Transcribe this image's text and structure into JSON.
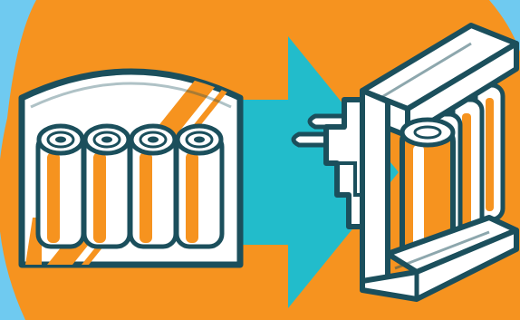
{
  "illustration": {
    "subject": "batteries-to-wall-charger",
    "battery_count": 4,
    "charger_slot_count": 4,
    "colors": {
      "background": "#6fcaf0",
      "blob": "#f6931f",
      "arrow": "#22bccb",
      "outline": "#1b4f5c",
      "white": "#ffffff",
      "battery_orange": "#f6931f"
    },
    "icons": [
      "battery-pack-icon",
      "arrow-right-icon",
      "charger-icon",
      "plug-prongs-icon"
    ]
  }
}
